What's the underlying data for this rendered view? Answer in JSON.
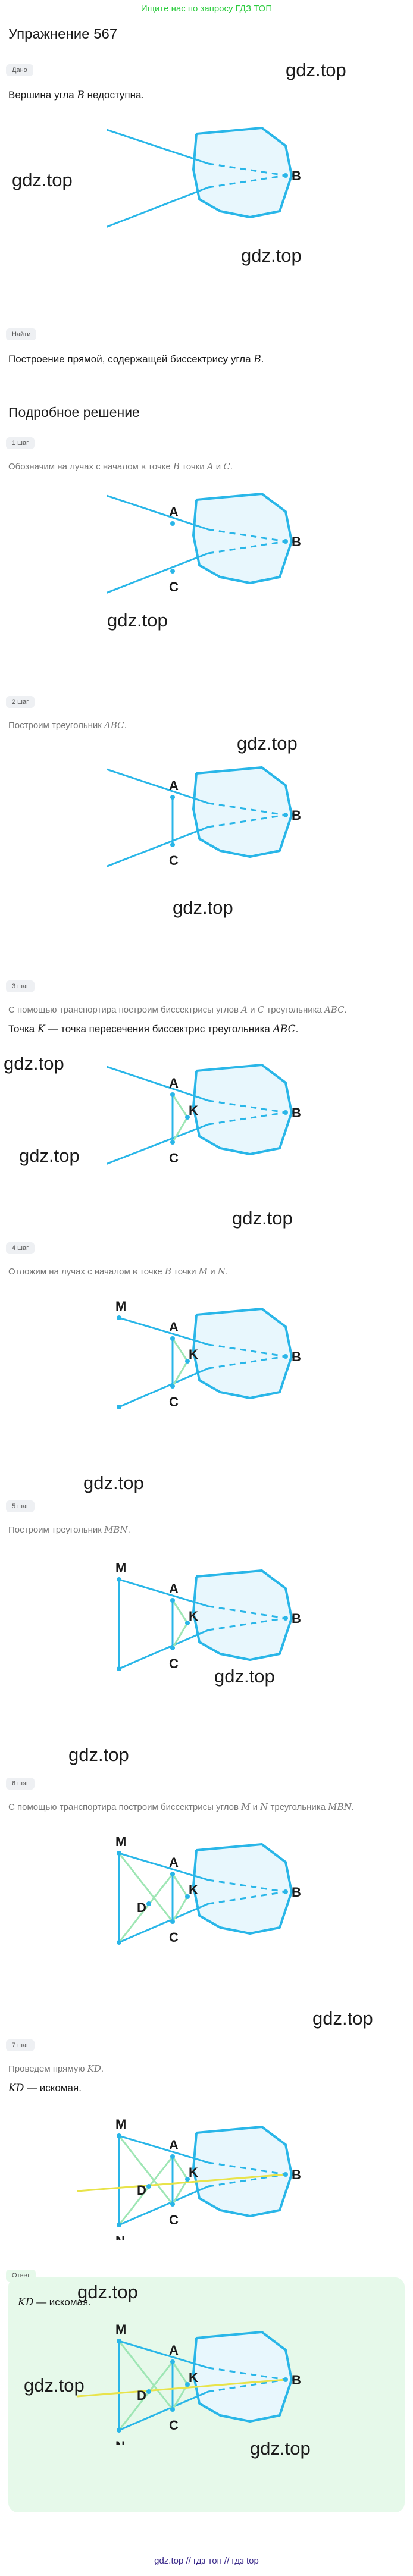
{
  "banner": "Ищите нас по запросу ГДЗ ТОП",
  "title": "Упражнение 567",
  "given": {
    "tag": "Дано",
    "text": "Вершина угла B недоступна."
  },
  "find": {
    "tag": "Найти",
    "text": "Построение прямой, содержащей биссектрису угла B."
  },
  "solution_title": "Подробное решение",
  "steps": [
    {
      "tag": "1 шаг",
      "text": "Обозначим на лучах с началом в точке B точки A и C."
    },
    {
      "tag": "2 шаг",
      "text": "Построим треугольник ABC."
    },
    {
      "tag": "3 шаг",
      "text": "С помощью транспортира построим биссектрисы углов A и C треугольника ABC.",
      "text2": "Точка K — точка пересечения биссектрис треугольника ABC."
    },
    {
      "tag": "4 шаг",
      "text": "Отложим на лучах с началом в точке B точки M и N."
    },
    {
      "tag": "5 шаг",
      "text": "Построим треугольник MBN."
    },
    {
      "tag": "6 шаг",
      "text": "С помощью транспортира построим биссектрисы углов M и N треугольника MBN."
    },
    {
      "tag": "7 шаг",
      "text": "Проведем прямую KD.",
      "text2": "KD — искомая."
    }
  ],
  "answer": {
    "tag": "Ответ",
    "text": "KD — искомая."
  },
  "watermark": "gdz.top",
  "footer": "gdz.top // гдз топ // гдз top",
  "points": {
    "A": "A",
    "B": "B",
    "C": "C",
    "K": "K",
    "M": "M",
    "N": "N",
    "D": "D"
  },
  "colors": {
    "line": "#29b6e8",
    "blob_fill": "#e8f7fd",
    "bisector": "#9ee6b4",
    "answer_line": "#e8e34a",
    "banner": "#2ecc40"
  }
}
